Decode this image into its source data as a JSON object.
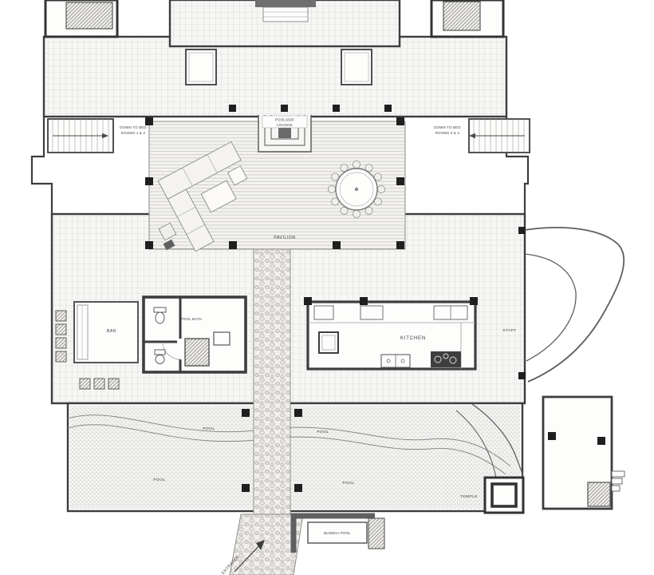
{
  "plan": {
    "title": "Pool villa floor plan",
    "colors": {
      "wall_dark": "#3d3d3d",
      "wall_mid": "#5f5f5f",
      "thin_line": "#8a8a8a",
      "tile_line": "#cbcbc9",
      "paper": "#ffffff",
      "column": "#1f1f1f"
    },
    "labels": {
      "stair_left": [
        "DOWN TO BED",
        "ROOMS 1 & 2"
      ],
      "stair_right": [
        "DOWN TO BED",
        "ROOMS 3 & 4"
      ],
      "poolside_lounge": [
        "POOLSIDE",
        "LOUNGE"
      ],
      "pavilion": "PAVILION",
      "bar": "BAR",
      "pool_bath": "POOL BATH",
      "kitchen": "KITCHEN",
      "staff": "STAFF",
      "pool_upper_left": "POOL",
      "pool_upper_right": "POOL",
      "pool_lower_left": "POOL",
      "pool_lower_right": "POOL",
      "temple": "TEMPLE",
      "buddha_pool": "BUDDHA POOL",
      "entrance": "ENTRANCE"
    }
  }
}
